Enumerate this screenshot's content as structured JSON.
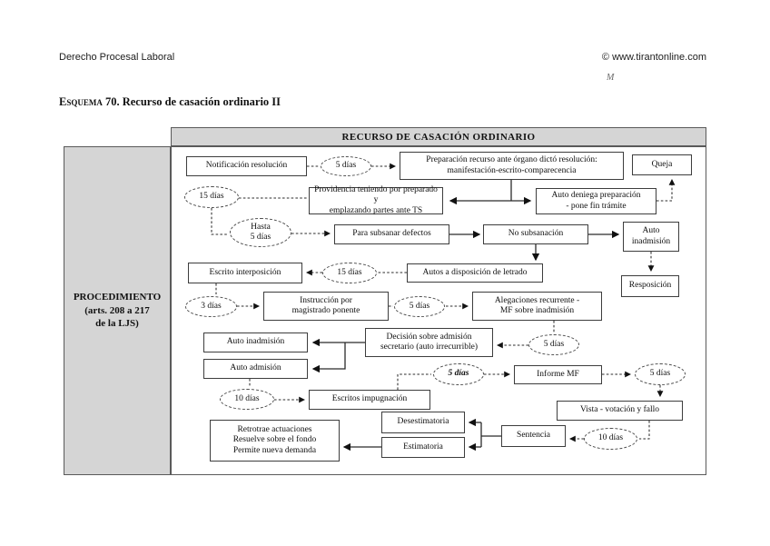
{
  "page": {
    "header_left": "Derecho Procesal Laboral",
    "header_right": "© www.tirantonline.com",
    "watermark": "M",
    "title_prefix": "Esquema 70.",
    "title_rest": " Recurso de casación ordinario II"
  },
  "chart": {
    "banner": "RECURSO DE CASACIÓN ORDINARIO",
    "sidebar_label": "PROCEDIMIENTO\n(arts. 208 a 217\nde la LJS)",
    "nodes": {
      "notificacion": "Notificación resolución",
      "dias5_a": "5 días",
      "preparacion": "Preparación recurso ante órgano dictó resolución:\nmanifestación-escrito-comparecencia",
      "queja": "Queja",
      "dias15_a": "15 días",
      "providencia": "Providencia teniendo por preparado y\nemplazando partes ante TS",
      "auto_deniega": "Auto deniega preparación\n- pone fin trámite",
      "hasta5": "Hasta\n5 días",
      "subsanar": "Para subsanar defectos",
      "no_subsanacion": "No subsanación",
      "auto_inadmision_a": "Auto\ninadmisión",
      "escrito_interposicion": "Escrito interposición",
      "dias15_b": "15 días",
      "autos_disposicion": "Autos a disposición de letrado",
      "resposicion": "Resposición",
      "dias3": "3 días",
      "instruccion": "Instrucción por\nmagistrado ponente",
      "dias5_b": "5 días",
      "alegaciones": "Alegaciones recurrente -\nMF sobre inadmisión",
      "decision": "Decisión sobre admisión\nsecretario (auto irrecurrible)",
      "dias5_c": "5 días",
      "auto_inadmision_b": "Auto inadmisión",
      "auto_admision": "Auto admisión",
      "dias5_d": "5 días",
      "informe_mf": "Informe MF",
      "dias5_e": "5 días",
      "dias10_a": "10 días",
      "escritos_impugnacion": "Escritos impugnación",
      "vista": "Vista - votación y fallo",
      "desestimatoria": "Desestimatoria",
      "sentencia": "Sentencia",
      "dias10_b": "10 días",
      "estimatoria": "Estimatoria",
      "retrotrae": "Retrotrae actuaciones\nResuelve sobre el fondo\nPermite nueva demanda"
    },
    "colors": {
      "panel_gray": "#d5d5d5",
      "frame_border": "#5a5a5a",
      "box_border": "#3d3d3d"
    }
  }
}
